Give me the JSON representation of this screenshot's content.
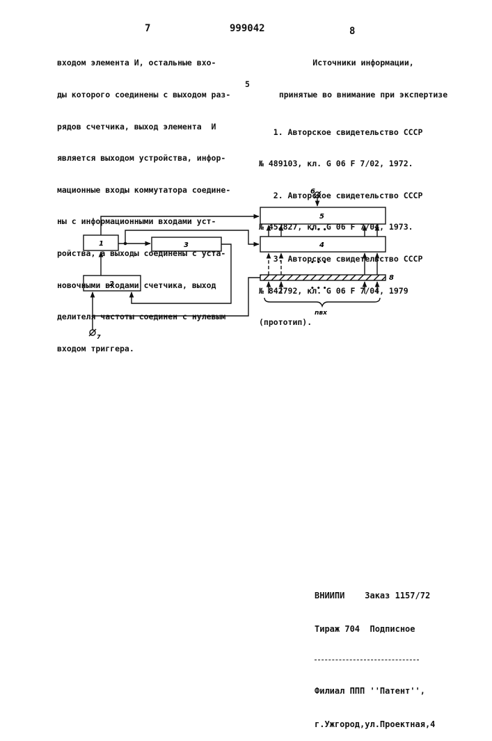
{
  "header": {
    "left_page": "7",
    "patent_number": "999042",
    "right_page": "8"
  },
  "left_column": {
    "lines": [
      "входом элемента И, остальные вхо-",
      "ды которого соединены с выходом раз-",
      "рядов счетчика, выход элемента  И",
      "является выходом устройства, инфор-",
      "мационные входы коммутатора соедине-",
      "ны с информационными входами уст-",
      "ройства, а выходы соединены с уста-",
      "новочными входами счетчика, выход",
      "делителя частоты соединен с нулевым",
      "входом триггера."
    ]
  },
  "margin_mark": "5",
  "right_column": {
    "title_lines": [
      "Источники информации,",
      "принятые во внимание при экспертизе"
    ],
    "lines": [
      "   1. Авторское свидетельство СССР",
      "№ 489103, кл. G 06 F 7/02, 1972.",
      "   2. Авторское свидетельство СССР",
      "№ 452827, кл. G 06 F 7/04, 1973.",
      "   3. Авторское свидетельство СССР",
      "№ 842792, кл. G 06 F 7/04, 1979",
      "(прототип)."
    ]
  },
  "diagram": {
    "block_labels": {
      "b1": "1",
      "b2": "2",
      "b3": "3",
      "b4": "4",
      "b5": "5"
    },
    "terminal_6": "6",
    "terminal_7": "7",
    "bus_label": "8",
    "bus_width_label": "nвх",
    "dots": "•   •   •"
  },
  "footer": {
    "lines": [
      "ВНИИПИ    Заказ 1157/72",
      "Тираж 704  Подписное",
      "",
      "Филиал ППП ''Патент'',",
      "г.Ужгород,ул.Проектная,4"
    ]
  }
}
